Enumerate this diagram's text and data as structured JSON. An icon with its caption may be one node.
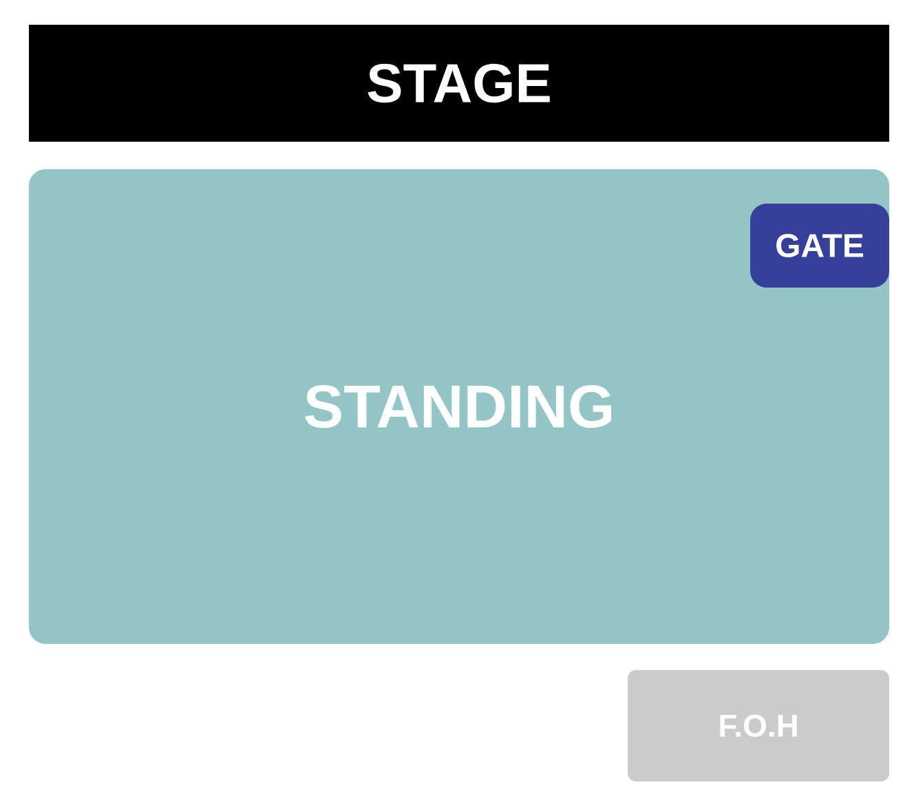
{
  "diagram": {
    "nodes": [
      {
        "text": [
          "STAGE"
        ]
      },
      {
        "text": [
          "STANDING"
        ]
      },
      {
        "text": [
          "GATE"
        ],
        "in": 1
      },
      {
        "text": [
          "F.O.H"
        ]
      }
    ]
  }
}
